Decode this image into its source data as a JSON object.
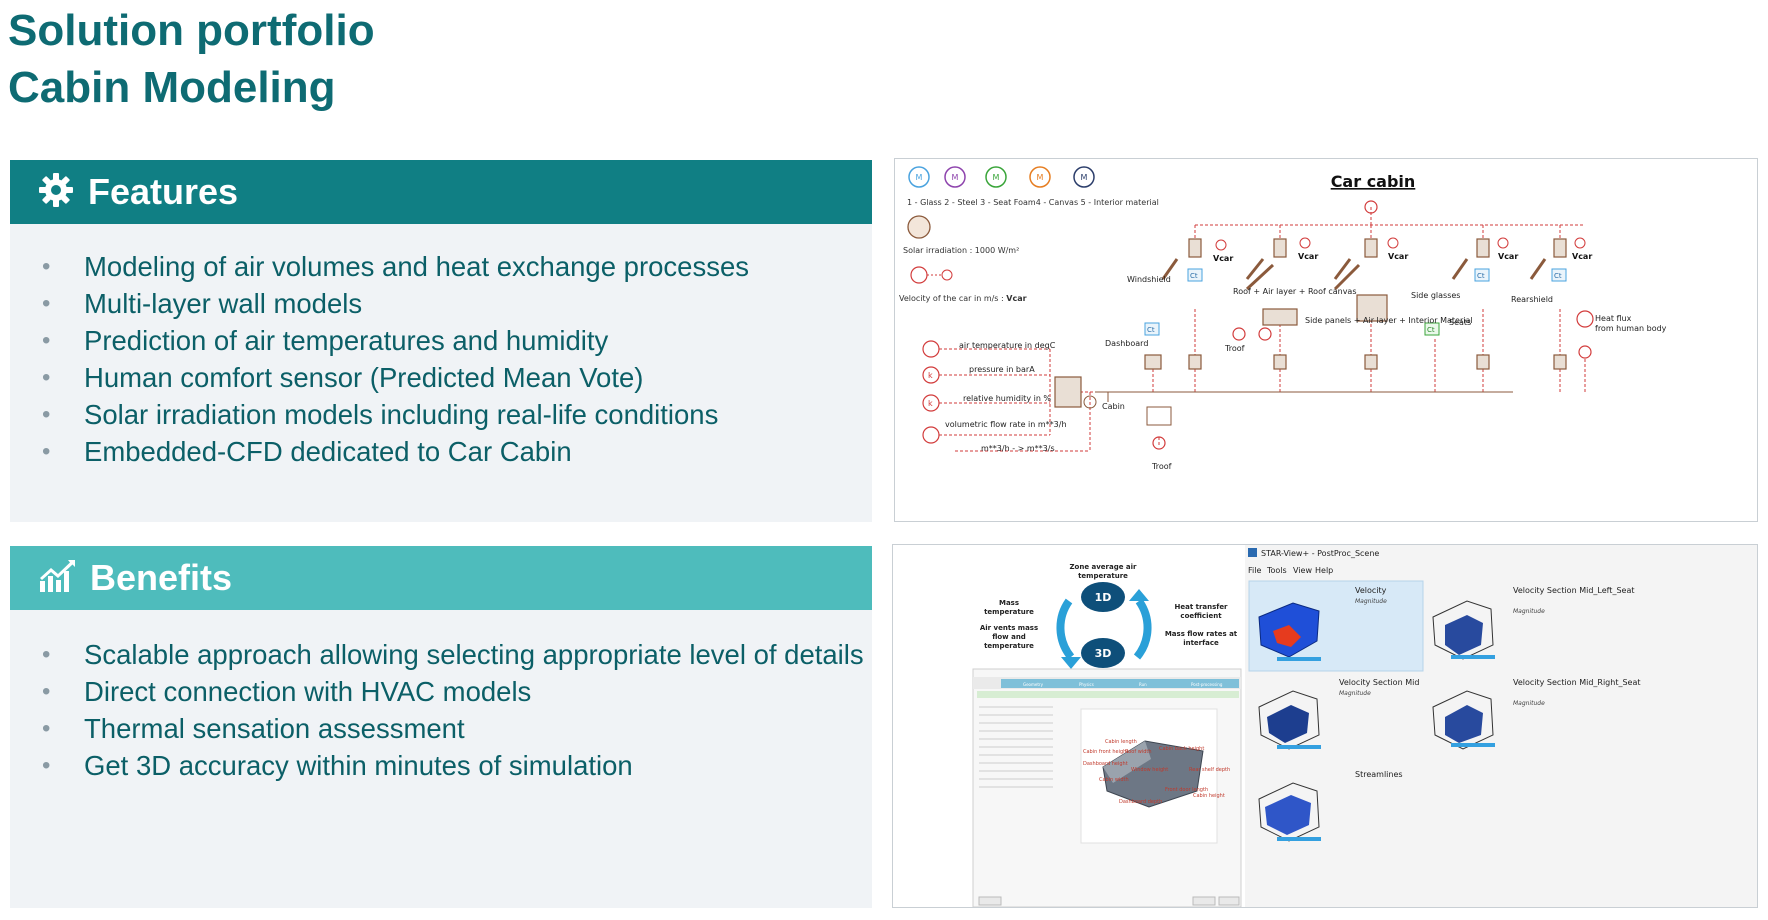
{
  "header": {
    "title_line1": "Solution portfolio",
    "title_line2": "Cabin Modeling"
  },
  "features": {
    "heading": "Features",
    "icon": "gear-icon",
    "items": [
      "Modeling of air volumes and heat exchange processes",
      "Multi-layer wall models",
      "Prediction of air temperatures and humidity",
      "Human comfort sensor (Predicted Mean Vote)",
      "Solar irradiation models including real-life conditions",
      "Embedded-CFD dedicated to Car Cabin"
    ]
  },
  "benefits": {
    "heading": "Benefits",
    "icon": "growth-chart-icon",
    "items": [
      "Scalable approach allowing selecting appropriate level of details",
      "Direct connection with HVAC models",
      "Thermal sensation assessment",
      "Get 3D accuracy within minutes of simulation"
    ]
  },
  "schematic": {
    "title": "Car cabin",
    "materials_caption": "1 - Glass   2 - Steel 3 - Seat Foam4 - Canvas 5 - Interior material",
    "material_symbol": "M",
    "solar_label": "Solar irradiation : 1000 W/m²",
    "velocity_label_prefix": "Velocity of the car in m/s : ",
    "velocity_label_var": "Vcar",
    "vcar": "Vcar",
    "windshield": "Windshield",
    "roof": "Roof + Air layer + Roof canvas",
    "side_glasses": "Side glasses",
    "rearshield": "Rearshield",
    "side_panels": "Side panels + Air layer + Interior Material",
    "seats": "Seats",
    "dashboard": "Dashboard",
    "troof": "Troof",
    "cabin": "Cabin",
    "heat_flux_1": "Heat flux",
    "heat_flux_2": "from human body",
    "air_temp": "air temperature in degC",
    "pressure": "pressure in barA",
    "humidity": "relative humidity in %",
    "flow": "volumetric flow rate in m**3/h",
    "conversion": "m**3/h - > m**3/s",
    "ct": "Ct",
    "k": "k"
  },
  "coupling": {
    "zone_avg_1": "Zone average air",
    "zone_avg_2": "temperature",
    "mass_temp_1": "Mass",
    "mass_temp_2": "temperature",
    "air_vents_1": "Air vents mass",
    "air_vents_2": "flow and",
    "air_vents_3": "temperature",
    "htc_1": "Heat transfer",
    "htc_2": "coefficient",
    "mass_flow_1": "Mass flow rates at",
    "mass_flow_2": "interface",
    "node_1d": "1D",
    "node_3d": "3D"
  },
  "star_view": {
    "window_title": "STAR-View+ - PostProc_Scene",
    "menu": [
      "File",
      "Tools",
      "View",
      "Help"
    ],
    "scenes": [
      {
        "title": "Velocity",
        "sub": "Magnitude"
      },
      {
        "title": "Velocity Section Mid_Left_Seat",
        "sub": "Magnitude"
      },
      {
        "title": "Velocity Section Mid",
        "sub": "Magnitude"
      },
      {
        "title": "Velocity Section Mid_Right_Seat",
        "sub": "Magnitude"
      },
      {
        "title": "Streamlines",
        "sub": ""
      }
    ]
  },
  "geometry_tool": {
    "labels": [
      "Cabin length",
      "Roof width",
      "Cabin back height",
      "Cabin front height",
      "Dashboard height",
      "Window height",
      "Rear shelf depth",
      "Cabin width",
      "Front door length",
      "Cabin height",
      "Dashboard depth"
    ],
    "steps": [
      "Geometry",
      "Physics",
      "Run",
      "Post-processing"
    ]
  },
  "colors": {
    "title": "#0e6b73",
    "features_header": "#107f84",
    "benefits_header": "#4ebcbc",
    "panel_bg": "#f0f3f6",
    "schematic_wire": "#d23b3b",
    "schematic_component": "#8b5a3c"
  }
}
